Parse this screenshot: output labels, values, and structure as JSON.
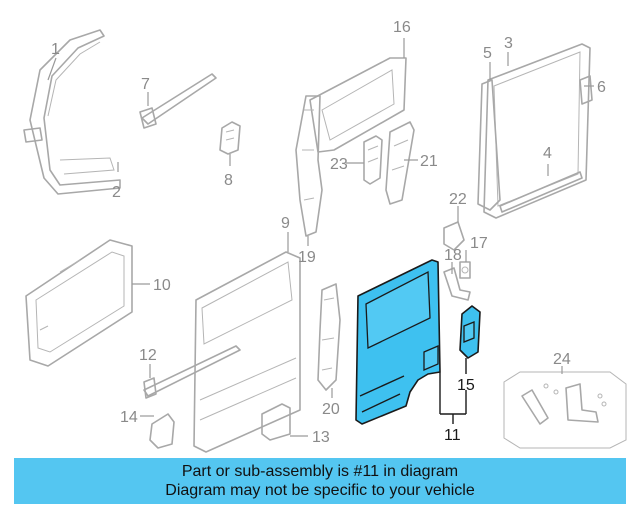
{
  "callouts": [
    {
      "id": "1",
      "label": "1"
    },
    {
      "id": "2",
      "label": "2"
    },
    {
      "id": "3",
      "label": "3"
    },
    {
      "id": "4",
      "label": "4"
    },
    {
      "id": "5",
      "label": "5"
    },
    {
      "id": "6",
      "label": "6"
    },
    {
      "id": "7",
      "label": "7"
    },
    {
      "id": "8",
      "label": "8"
    },
    {
      "id": "9",
      "label": "9"
    },
    {
      "id": "10",
      "label": "10"
    },
    {
      "id": "11",
      "label": "11"
    },
    {
      "id": "12",
      "label": "12"
    },
    {
      "id": "13",
      "label": "13"
    },
    {
      "id": "14",
      "label": "14"
    },
    {
      "id": "15",
      "label": "15"
    },
    {
      "id": "16",
      "label": "16"
    },
    {
      "id": "17",
      "label": "17"
    },
    {
      "id": "18",
      "label": "18"
    },
    {
      "id": "19",
      "label": "19"
    },
    {
      "id": "20",
      "label": "20"
    },
    {
      "id": "21",
      "label": "21"
    },
    {
      "id": "22",
      "label": "22"
    },
    {
      "id": "23",
      "label": "23"
    },
    {
      "id": "24",
      "label": "24"
    }
  ],
  "highlighted_part": "11",
  "colors": {
    "highlight": "#3ec1f0",
    "banner": "#54c6f1",
    "linework": "#a8a8a8"
  },
  "banner": {
    "line1": "Part or sub-assembly is #11 in diagram",
    "line2": "Diagram may not be specific to your vehicle"
  }
}
